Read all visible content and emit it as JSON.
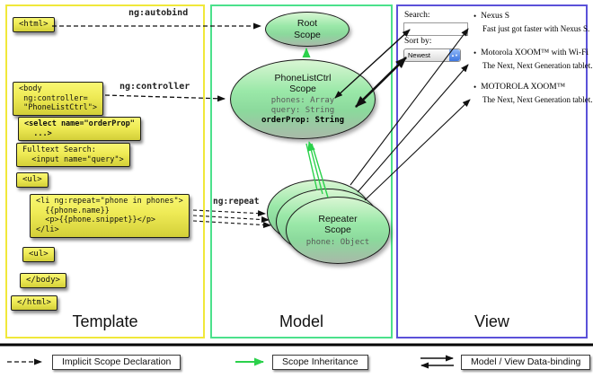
{
  "template": {
    "label": "Template",
    "boxes": {
      "html_open": "<html>",
      "body_open": "<body\n ng:controller=\n \"PhoneListCtrl\">",
      "select": "<select name=\"orderProp\"\n  ...>",
      "fulltext": "Fulltext Search:\n  <input name=\"query\">",
      "ul_open": "<ul>",
      "li_repeat": "<li ng:repeat=\"phone in phones\">\n  {{phone.name}}\n  <p>{{phone.snippet}}</p>\n</li>",
      "ul_close": "<ul>",
      "body_close": "</body>",
      "html_close": "</html>"
    },
    "arrow_labels": {
      "autobind": "ng:autobind",
      "controller": "ng:controller",
      "repeat": "ng:repeat"
    }
  },
  "model": {
    "label": "Model",
    "root_scope": {
      "title": "Root\nScope"
    },
    "phonelist_scope": {
      "title": "PhoneListCtrl\nScope",
      "prop1": "phones: Array",
      "prop2": "query: String",
      "prop3": "orderProp: String"
    },
    "repeater_scope": {
      "title": "Repeater\nScope",
      "prop1": "phone: Object"
    }
  },
  "view": {
    "label": "View",
    "search_label": "Search:",
    "search_value": "",
    "sort_label": "Sort by:",
    "sort_value": "Newest",
    "bullet": "•",
    "items": [
      {
        "title": "Nexus S",
        "desc": "Fast just got faster with Nexus S."
      },
      {
        "title": "Motorola XOOM™ with Wi-Fi",
        "desc": "The Next, Next Generation tablet."
      },
      {
        "title": "MOTOROLA XOOM™",
        "desc": "The Next, Next Generation tablet."
      }
    ]
  },
  "legend": {
    "implicit": "Implicit Scope Declaration",
    "inheritance": "Scope Inheritance",
    "databinding": "Model / View Data-binding"
  },
  "colors": {
    "template_border": "#f0e83a",
    "model_border": "#4be18b",
    "view_border": "#5b51d9",
    "inheritance_green": "#2bd14b",
    "box_yellow": "#eeea55",
    "ellipse_green": "#9ae8a8"
  }
}
